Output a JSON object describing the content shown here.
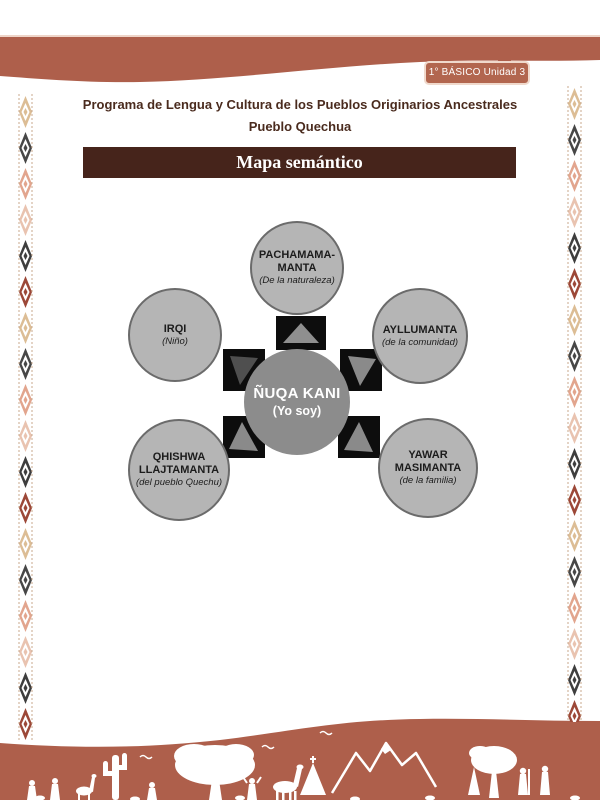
{
  "header": {
    "badge_label": "1° BÁSICO Unidad 3",
    "title_line1": "Programa de Lengua y Cultura de los Pueblos Originarios Ancestrales",
    "title_line2": "Pueblo Quechua",
    "section_title": "Mapa semántico"
  },
  "colors": {
    "terracotta_band": "#ae5f4b",
    "dark_brown_bar": "#46241b",
    "title_text_brown": "#4a2b1e",
    "node_fill_gray": "#b5b5b5",
    "node_border_gray": "#6b6b6b",
    "center_node_gray": "#8c8c8c",
    "connector_black": "#0d0d0d",
    "connector_triangle_gray": "#8a8a8a"
  },
  "diagram": {
    "center": {
      "title": "ÑUQA KANI",
      "subtitle": "(Yo soy)"
    },
    "nodes": [
      {
        "position": "top",
        "title": "PACHAMAMA-MANTA",
        "subtitle": "(De la naturaleza)"
      },
      {
        "position": "left",
        "title": "IRQI",
        "subtitle": "(Niño)"
      },
      {
        "position": "right",
        "title": "AYLLUMANTA",
        "subtitle": "(de la comunidad)"
      },
      {
        "position": "bottom-left",
        "title": "QHISHWA LLAJTAMANTA",
        "subtitle": "(del pueblo Quechu)"
      },
      {
        "position": "bottom-right",
        "title": "YAWAR MASIMANTA",
        "subtitle": "(de la familia)"
      }
    ]
  }
}
